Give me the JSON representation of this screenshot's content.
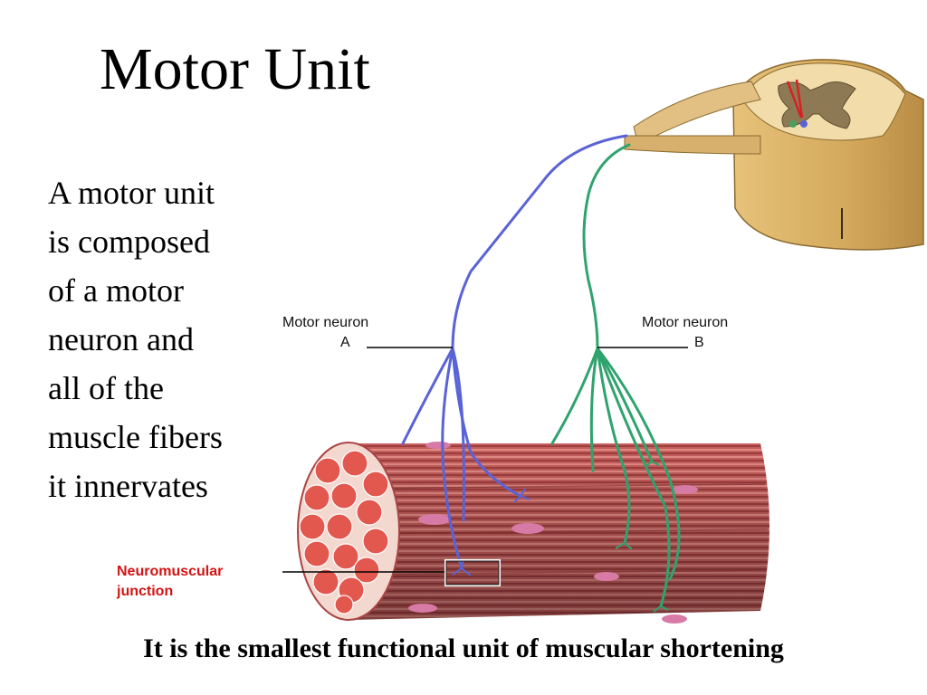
{
  "title": "Motor Unit",
  "description_lines": [
    "A motor unit",
    "is composed",
    "of a motor",
    "neuron and",
    "all of the",
    "muscle fibers",
    "it innervates"
  ],
  "labels": {
    "neuron_a": [
      "Motor neuron",
      "A"
    ],
    "neuron_b": [
      "Motor neuron",
      "B"
    ],
    "neuromuscular_junction": [
      "Neuromuscular",
      "junction"
    ]
  },
  "caption": "It is the smallest functional unit of muscular shortening",
  "colors": {
    "neuron_a": "#5a63d6",
    "neuron_b": "#2fa36e",
    "label_red": "#d21414",
    "muscle": "#c9605e",
    "spinal_cord": "#d9b46c"
  }
}
